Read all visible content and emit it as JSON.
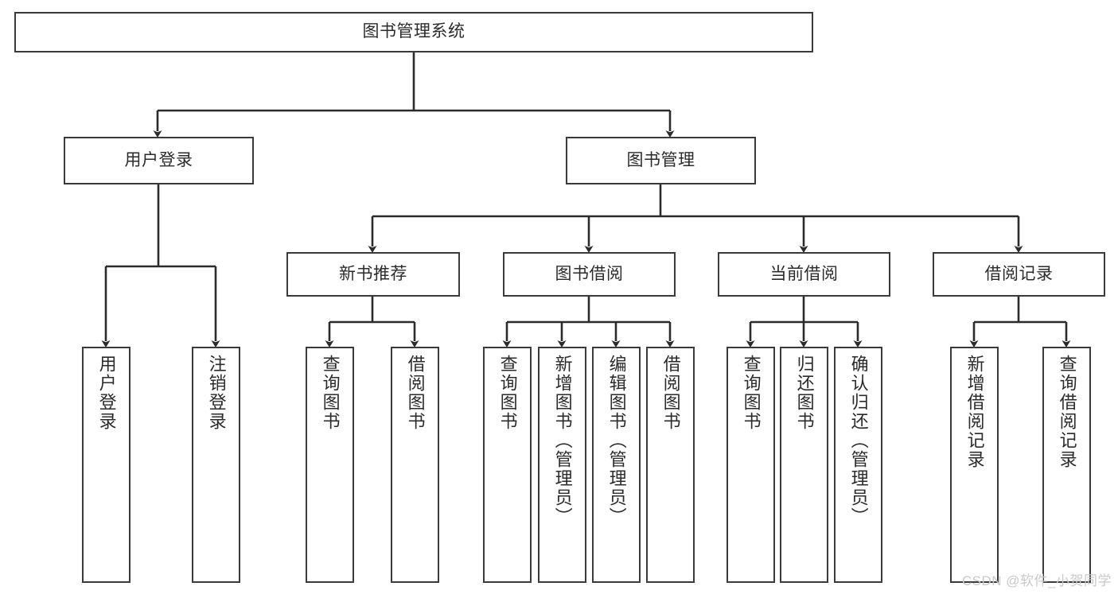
{
  "diagram": {
    "type": "tree-hierarchy-chart",
    "title": "图书管理系统",
    "colors": {
      "box_border": "#3a3a3a",
      "box_fill": "#ffffff",
      "edge": "#2b2b2b",
      "text": "#2b2b2b",
      "watermark": "#c9c9c9",
      "background": "#ffffff"
    },
    "levels": {
      "root": {
        "label": "图书管理系统"
      },
      "level2": [
        {
          "label": "用户登录"
        },
        {
          "label": "图书管理"
        }
      ],
      "level3": [
        {
          "label": "新书推荐"
        },
        {
          "label": "图书借阅"
        },
        {
          "label": "当前借阅"
        },
        {
          "label": "借阅记录"
        }
      ],
      "leaves": {
        "user_login": [
          {
            "label": "用户登录"
          },
          {
            "label": "注销登录"
          }
        ],
        "new_book_recommend": [
          {
            "label": "查询图书"
          },
          {
            "label": "借阅图书"
          }
        ],
        "book_borrow": [
          {
            "label": "查询图书"
          },
          {
            "label": "新增图书（管理员）"
          },
          {
            "label": "编辑图书（管理员）"
          },
          {
            "label": "借阅图书"
          }
        ],
        "current_borrow": [
          {
            "label": "查询图书"
          },
          {
            "label": "归还图书"
          },
          {
            "label": "确认归还（管理员）"
          }
        ],
        "borrow_record": [
          {
            "label": "新增借阅记录"
          },
          {
            "label": "查询借阅记录"
          }
        ]
      }
    }
  },
  "watermark": {
    "text": "CSDN @软件_小贺同学"
  }
}
